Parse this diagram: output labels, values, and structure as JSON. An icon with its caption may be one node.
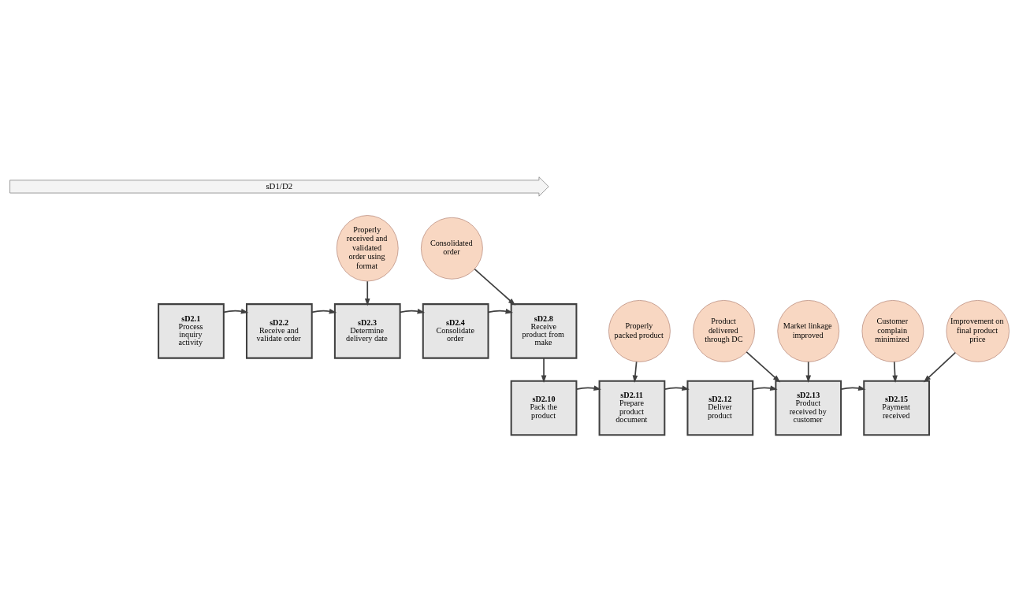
{
  "diagram": {
    "nodes": [
      {
        "text": [
          "sD1/D2"
        ]
      },
      {
        "text": [
          "sD2.1",
          "Process inquiry activity"
        ]
      },
      {
        "text": [
          "sD2.2",
          "Receive and validate order"
        ]
      },
      {
        "text": [
          "Properly received and validated order using format"
        ]
      },
      {
        "text": [
          "sD2.3",
          "Determine delivery date"
        ]
      },
      {
        "text": [
          "sD2.4",
          "Consolidate order"
        ]
      },
      {
        "text": [
          "Consolidated order"
        ]
      },
      {
        "text": [
          "sD2.8",
          "Receive product from make"
        ]
      },
      {
        "text": [
          "sD2.10",
          "Pack the product"
        ]
      },
      {
        "text": [
          "sD2.11",
          "Prepare product document"
        ]
      },
      {
        "text": [
          "sD2.12",
          "Deliver product"
        ]
      },
      {
        "text": [
          "sD2.13",
          "Product received by customer"
        ]
      },
      {
        "text": [
          "sD2.15",
          "Payment received"
        ]
      },
      {
        "text": [
          "Properly packed product"
        ]
      },
      {
        "text": [
          "Product delivered through DC"
        ]
      },
      {
        "text": [
          "Market linkage improved"
        ]
      },
      {
        "text": [
          "Customer complain minimized"
        ]
      },
      {
        "text": [
          "Improvement on final product price"
        ]
      }
    ],
    "edges": [
      {
        "from": 1,
        "to": 2,
        "arrow": "to"
      },
      {
        "from": 2,
        "to": 4,
        "arrow": "to"
      },
      {
        "from": 3,
        "to": 4,
        "arrow": "to"
      },
      {
        "from": 4,
        "to": 5,
        "arrow": "to"
      },
      {
        "from": 5,
        "to": 7,
        "arrow": "to"
      },
      {
        "from": 6,
        "to": 7,
        "arrow": "to"
      },
      {
        "from": 7,
        "to": 8,
        "arrow": "to"
      },
      {
        "from": 8,
        "to": 9,
        "arrow": "to"
      },
      {
        "from": 13,
        "to": 9,
        "arrow": "to"
      },
      {
        "from": 9,
        "to": 10,
        "arrow": "to"
      },
      {
        "from": 10,
        "to": 11,
        "arrow": "to"
      },
      {
        "from": 14,
        "to": 11,
        "arrow": "to"
      },
      {
        "from": 15,
        "to": 11,
        "arrow": "to"
      },
      {
        "from": 11,
        "to": 12,
        "arrow": "to"
      },
      {
        "from": 16,
        "to": 12,
        "arrow": "to"
      },
      {
        "from": 17,
        "to": 12,
        "arrow": "to"
      }
    ]
  }
}
